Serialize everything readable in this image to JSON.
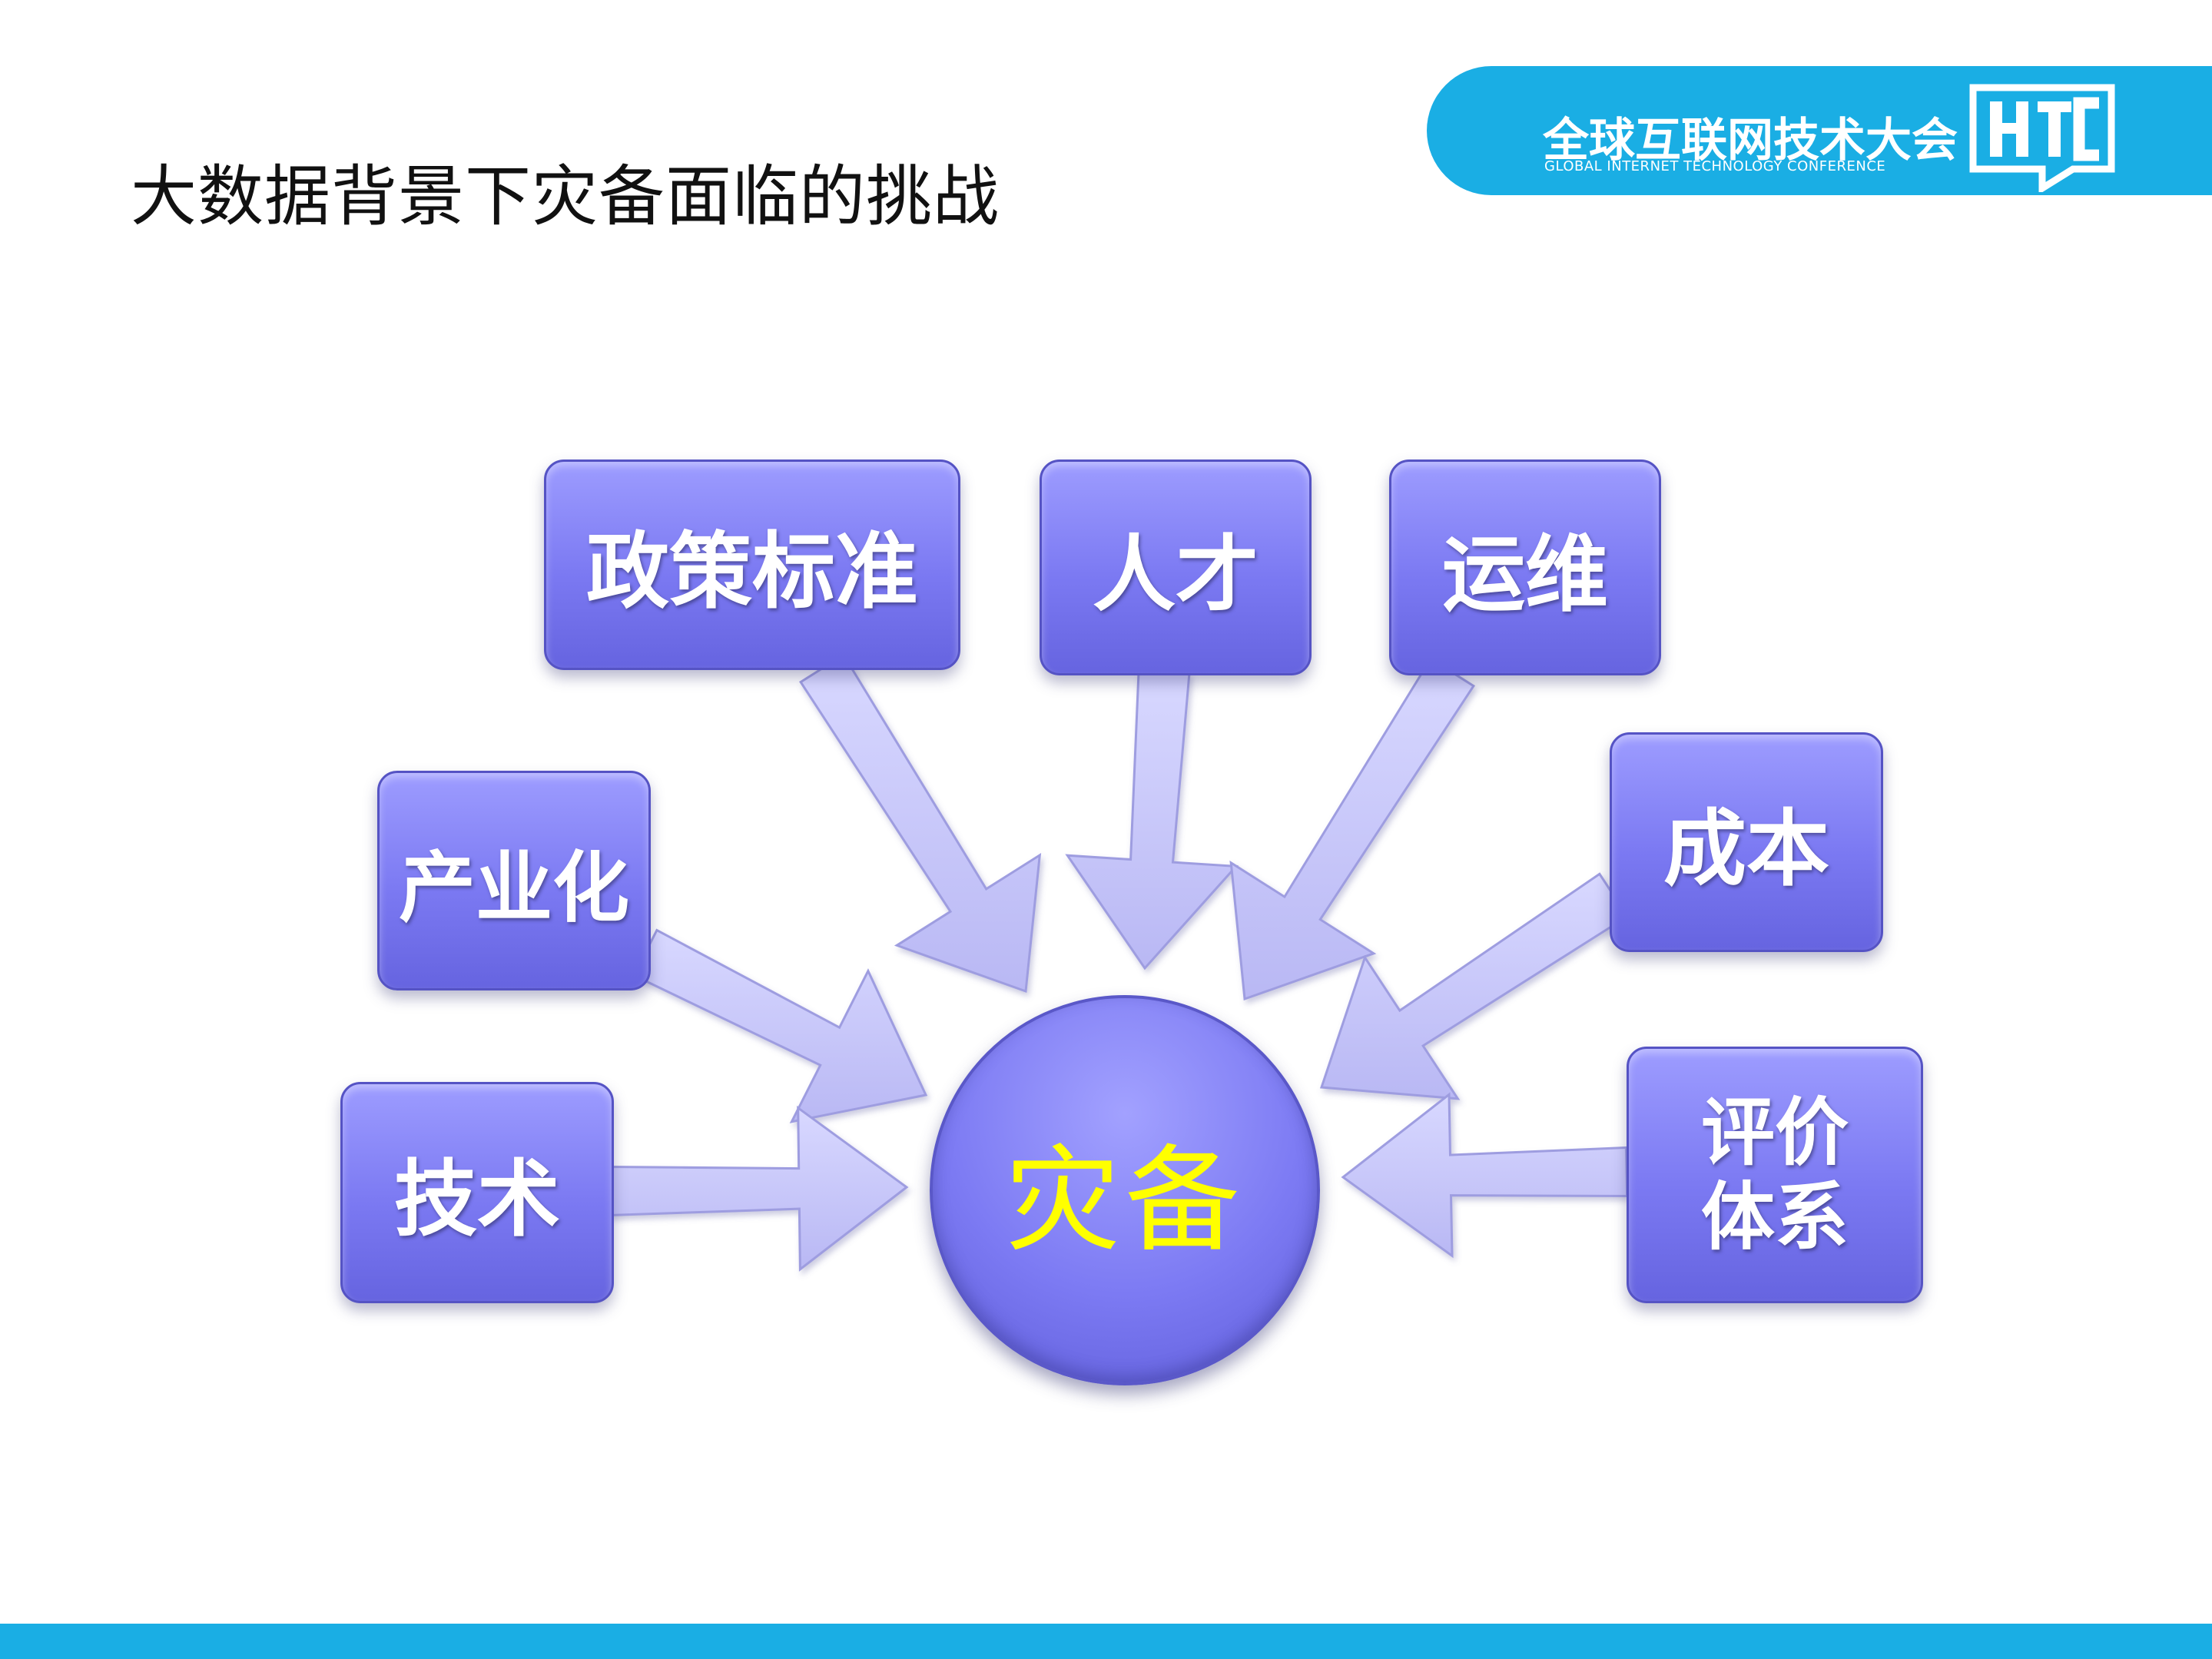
{
  "title": "大数据背景下灾备面临的挑战",
  "logo": {
    "cn": "全球互联网技术大会",
    "en": "GLOBAL INTERNET TECHNOLOGY CONFERENCE",
    "mark": "HTC"
  },
  "center": "灾备",
  "boxes": {
    "policy": "政策标准",
    "talent": "人才",
    "ops": "运维",
    "industry": "产业化",
    "cost": "成本",
    "tech": "技术",
    "eval_line1": "评价",
    "eval_line2": "体系"
  },
  "colors": {
    "accent": "#1aaee4",
    "box": "#7b79f2",
    "arrow": "#c9c8ff",
    "center_text": "#ffff00"
  }
}
